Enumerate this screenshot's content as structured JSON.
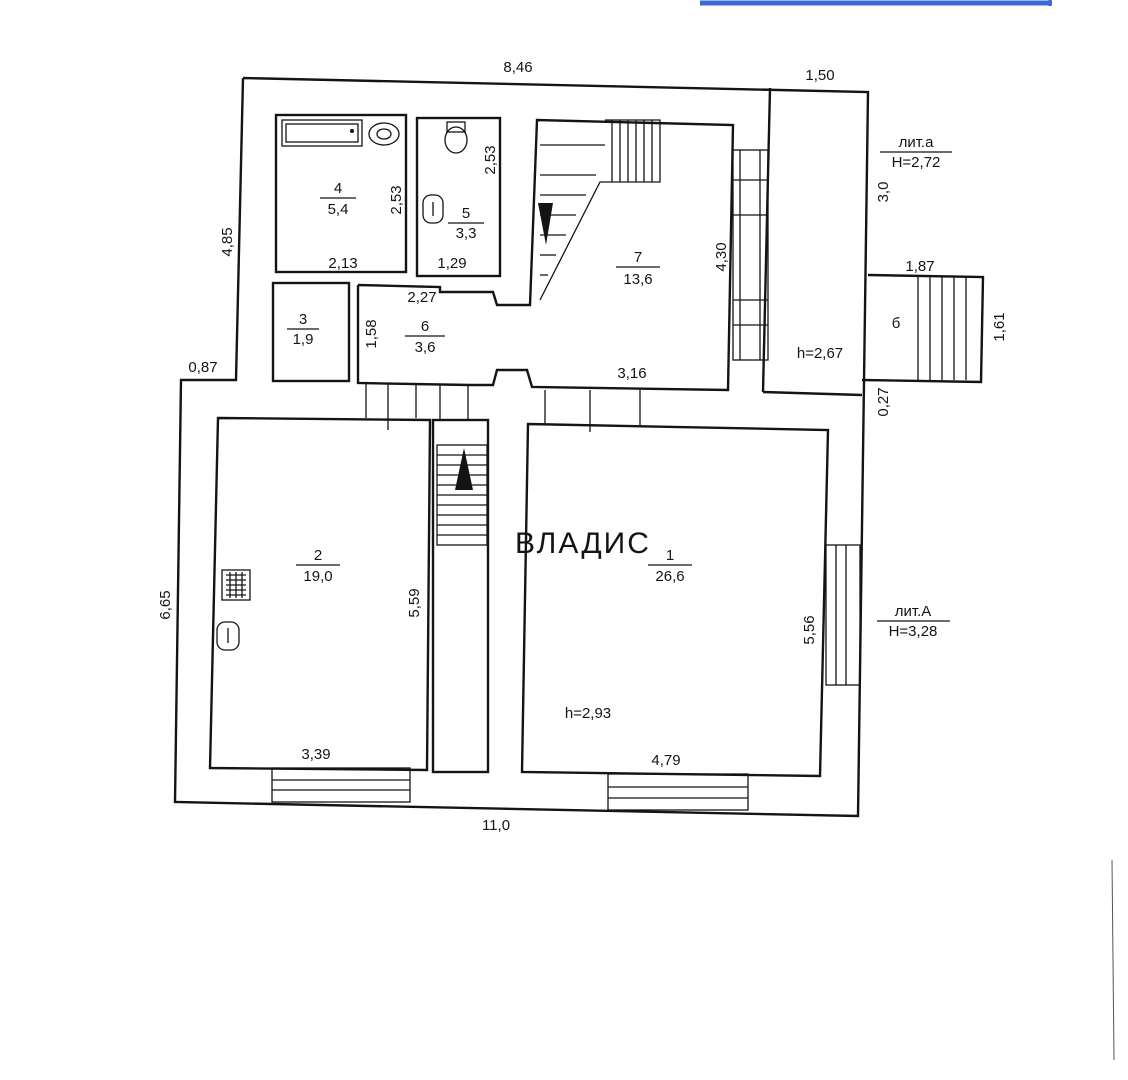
{
  "watermark": "ВЛАДИС",
  "rooms": [
    {
      "number": "1",
      "area": "26,6"
    },
    {
      "number": "2",
      "area": "19,0"
    },
    {
      "number": "3",
      "area": "1,9"
    },
    {
      "number": "4",
      "area": "5,4"
    },
    {
      "number": "5",
      "area": "3,3"
    },
    {
      "number": "6",
      "area": "3,6"
    },
    {
      "number": "7",
      "area": "13,6"
    }
  ],
  "porch_label": "б",
  "dimensions": {
    "top": "8,46",
    "top_right": "1,50",
    "left_upper": "4,85",
    "left_lower": "6,65",
    "step_left": "0,87",
    "bottom": "11,0",
    "room4_width": "2,13",
    "room4_height": "2,53",
    "room5_width": "1,29",
    "room5_height": "2,53",
    "corridor_width": "2,27",
    "room6_height": "1,58",
    "room7_height": "4,30",
    "room7_width": "3,16",
    "veranda_height": "3,0",
    "porch_width": "1,87",
    "porch_height": "1,61",
    "step_right": "0,27",
    "room2_width": "3,39",
    "room2_height": "5,59",
    "room1_width": "4,79",
    "room1_height": "5,56"
  },
  "heights": {
    "veranda": "h=2,67",
    "room1": "h=2,93"
  },
  "lit_a": {
    "title": "лит.а",
    "height": "Н=2,72"
  },
  "lit_A": {
    "title": "лит.А",
    "height": "Н=3,28"
  }
}
